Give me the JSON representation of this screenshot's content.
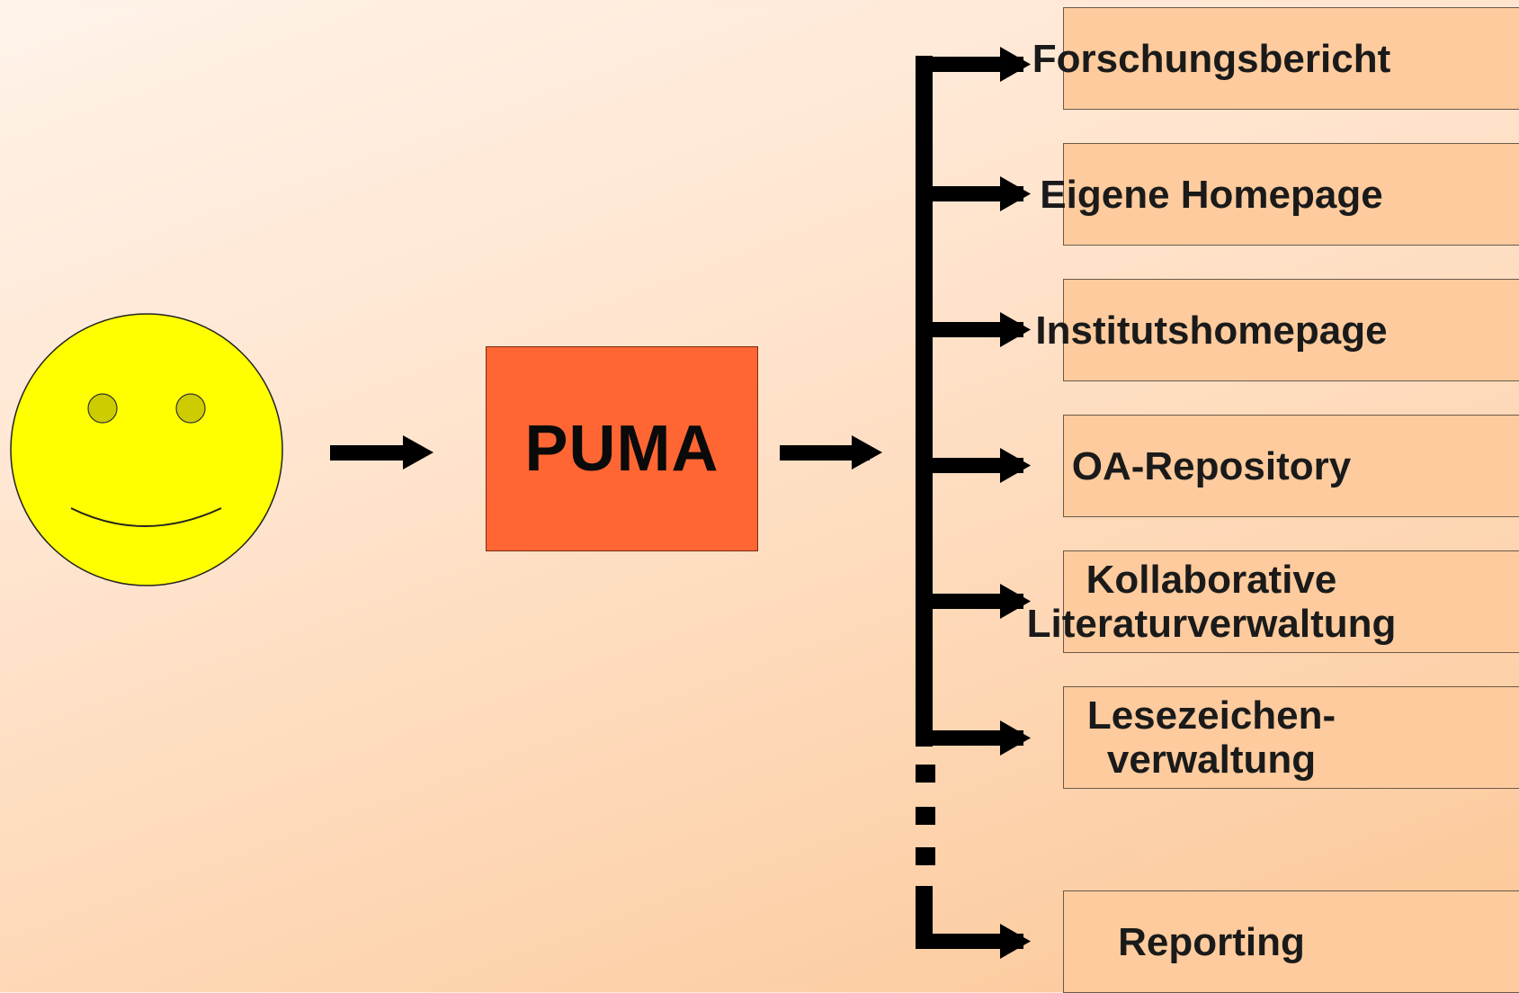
{
  "center": {
    "label": "PUMA"
  },
  "targets": [
    {
      "label": "Forschungsbericht"
    },
    {
      "label": "Eigene Homepage"
    },
    {
      "label": "Institutshomepage"
    },
    {
      "label": "OA-Repository"
    },
    {
      "label": "Kollaborative\nLiteraturverwaltung"
    },
    {
      "label": "Lesezeichen-\nverwaltung"
    },
    {
      "label": "Reporting"
    }
  ],
  "colors": {
    "smiley_face": "#ffff00",
    "smiley_eyes": "#cccc00",
    "puma_box": "#ff6633",
    "target_box": "#fdcb9d",
    "arrows": "#000000"
  }
}
